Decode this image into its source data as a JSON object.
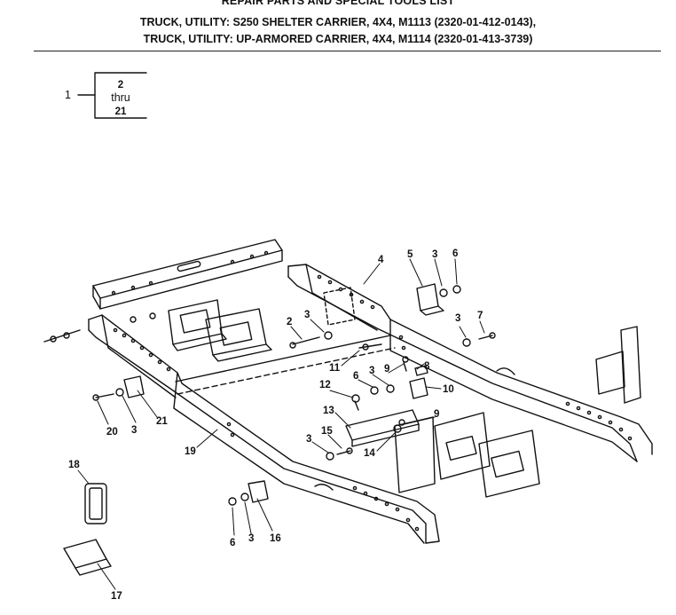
{
  "header": {
    "title": "REPAIR PARTS AND SPECIAL TOOLS LIST",
    "line1": "TRUCK, UTILITY: S250 SHELTER CARRIER, 4X4, M1113 (2320-01-412-0143),",
    "line2": "TRUCK, UTILITY: UP-ARMORED CARRIER, 4X4, M1114 (2320-01-413-3739)"
  },
  "bracket": {
    "item": "1",
    "from": "2",
    "word": "thru",
    "to": "21"
  },
  "callouts": {
    "c2": "2",
    "c3a": "3",
    "c4": "4",
    "c5": "5",
    "c3b": "3",
    "c6a": "6",
    "c3c": "3",
    "c7": "7",
    "c11": "11",
    "c6b": "6",
    "c3d": "3",
    "c9a": "9",
    "c8": "8",
    "c12": "12",
    "c10": "10",
    "c13": "13",
    "c9b": "9",
    "c3e": "3",
    "c15": "15",
    "c14": "14",
    "c20": "20",
    "c3f": "3",
    "c21": "21",
    "c19": "19",
    "c18": "18",
    "c6c": "6",
    "c3g": "3",
    "c16": "16",
    "c17": "17"
  }
}
